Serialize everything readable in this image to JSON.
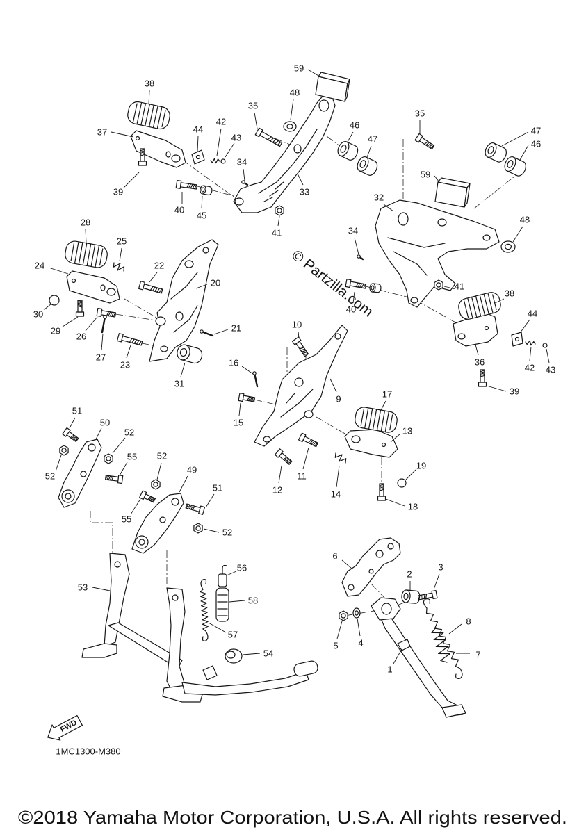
{
  "diagram": {
    "watermark": "© Partzilla.com",
    "drawing_code": "1MC1300-M380",
    "fwd_label": "FWD",
    "copyright": "©2018 Yamaha Motor Corporation, U.S.A. All rights reserved.",
    "callouts": [
      "38",
      "37",
      "39",
      "44",
      "42",
      "43",
      "34",
      "40",
      "45",
      "35",
      "48",
      "59",
      "46",
      "47",
      "33",
      "41",
      "35",
      "47",
      "46",
      "59",
      "32",
      "48",
      "34",
      "40",
      "41",
      "38",
      "44",
      "36",
      "42",
      "43",
      "39",
      "28",
      "25",
      "24",
      "22",
      "20",
      "30",
      "29",
      "26",
      "27",
      "21",
      "23",
      "31",
      "10",
      "16",
      "9",
      "15",
      "17",
      "13",
      "19",
      "11",
      "14",
      "12",
      "18",
      "51",
      "50",
      "52",
      "52",
      "55",
      "52",
      "49",
      "51",
      "55",
      "52",
      "53",
      "56",
      "58",
      "57",
      "54",
      "6",
      "2",
      "3",
      "8",
      "5",
      "4",
      "7",
      "1"
    ]
  }
}
